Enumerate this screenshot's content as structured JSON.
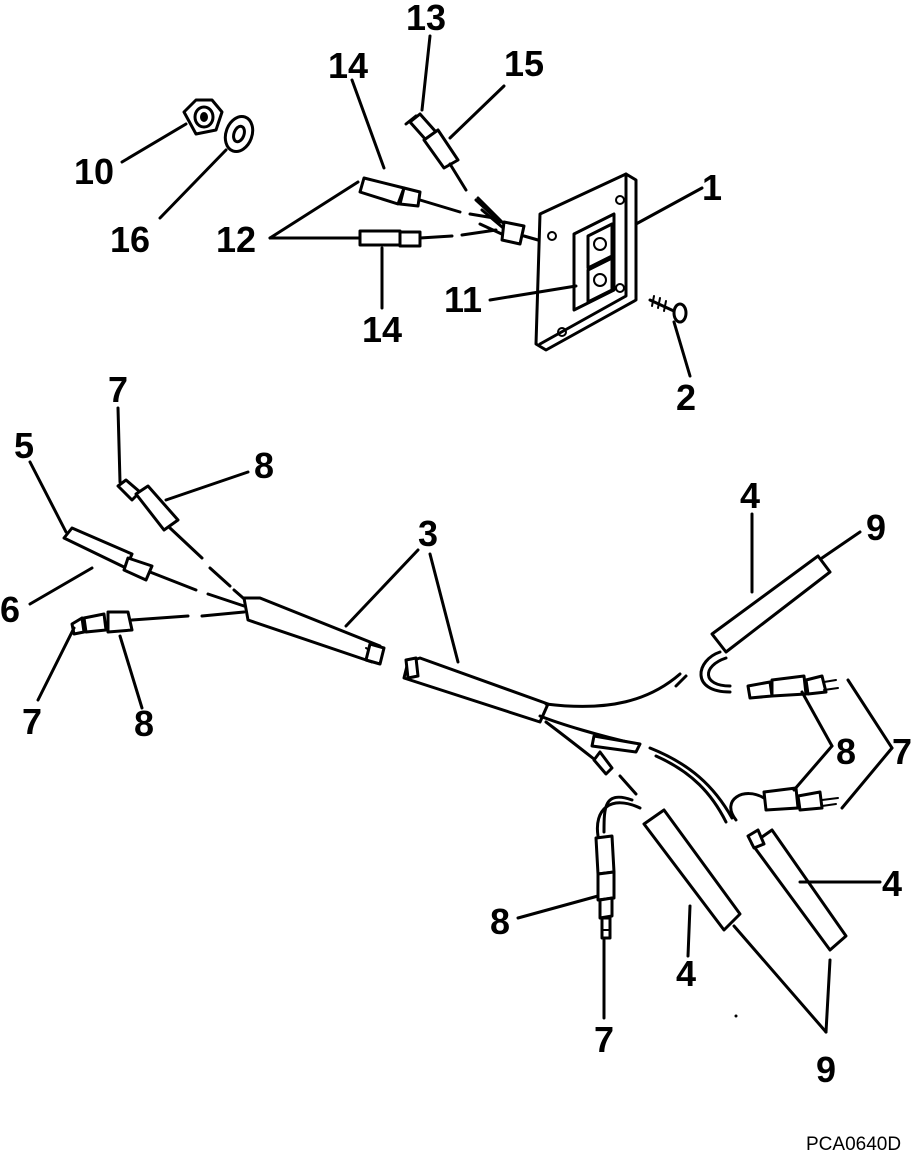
{
  "figure_id": "PCA0640D",
  "callouts": {
    "c1": "1",
    "c2": "2",
    "c3a": "3",
    "c3b": "3",
    "c4a": "4",
    "c4b": "4",
    "c4c": "4",
    "c5": "5",
    "c6": "6",
    "c7a": "7",
    "c7b": "7",
    "c7c": "7",
    "c7d": "7",
    "c8a": "8",
    "c8b": "8",
    "c8c": "8",
    "c8d": "8",
    "c9a": "9",
    "c9b": "9",
    "c10": "10",
    "c11": "11",
    "c12": "12",
    "c13": "13",
    "c14a": "14",
    "c14b": "14",
    "c15": "15",
    "c16": "16"
  }
}
